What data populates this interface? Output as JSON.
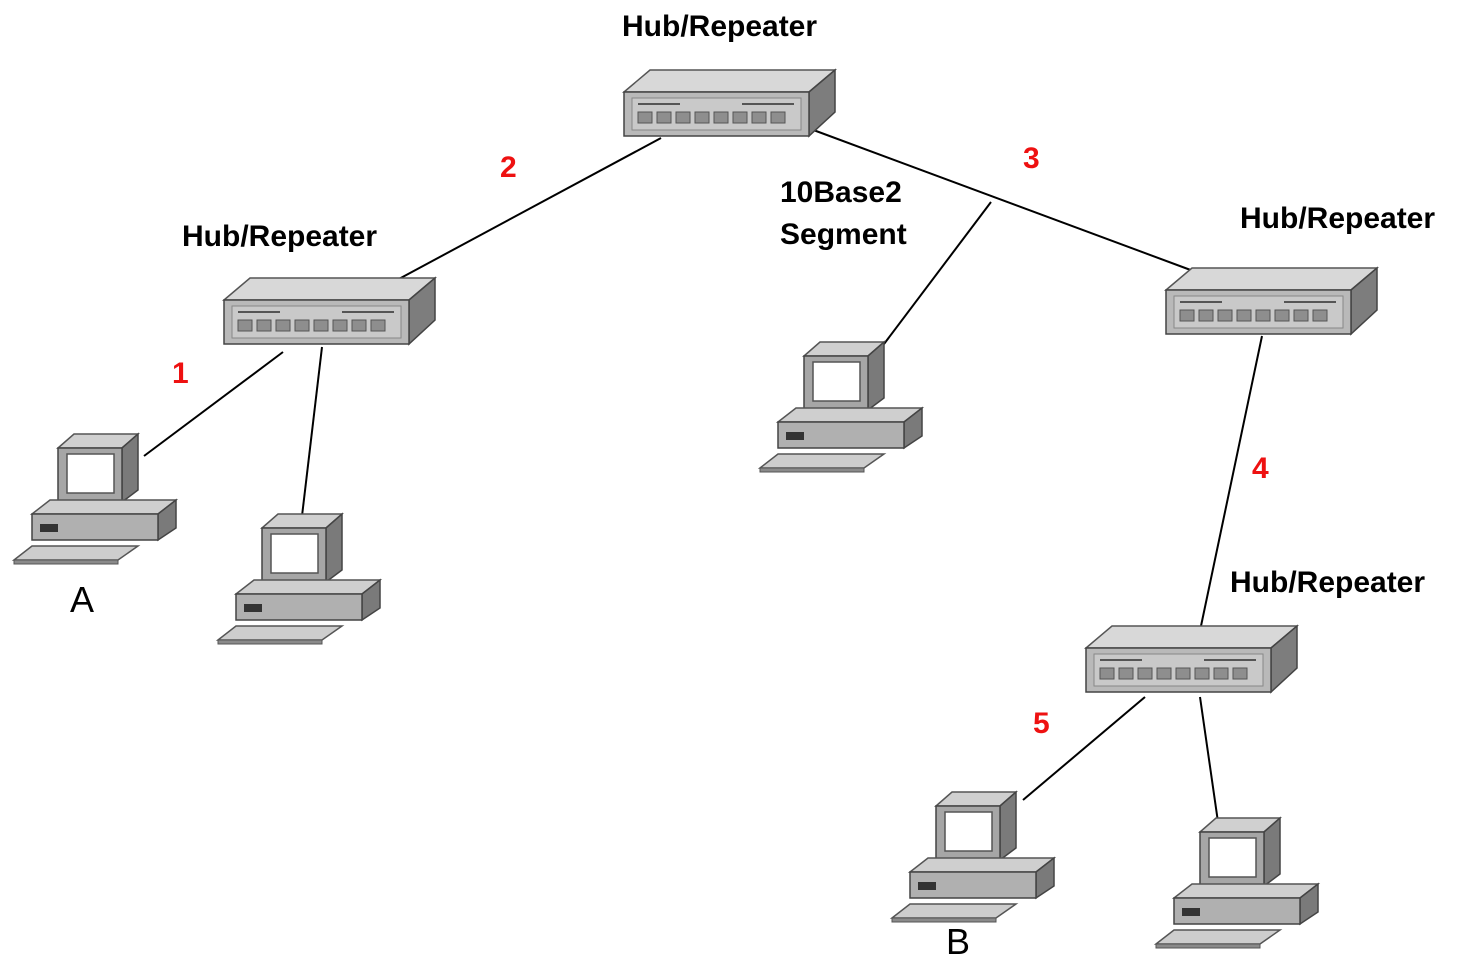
{
  "labels": {
    "hub_top": "Hub/Repeater",
    "hub_left": "Hub/Repeater",
    "hub_right": "Hub/Repeater",
    "hub_bottom": "Hub/Repeater",
    "segment_line1": "10Base2",
    "segment_line2": "Segment",
    "endpoint_a": "A",
    "endpoint_b": "B"
  },
  "link_numbers": [
    "1",
    "2",
    "3",
    "4",
    "5"
  ],
  "colors": {
    "link_number": "#ee1111",
    "line": "#000000",
    "device_light": "#d6d6d6",
    "device_mid": "#a9a9a9",
    "device_dark": "#6e6e6e"
  }
}
